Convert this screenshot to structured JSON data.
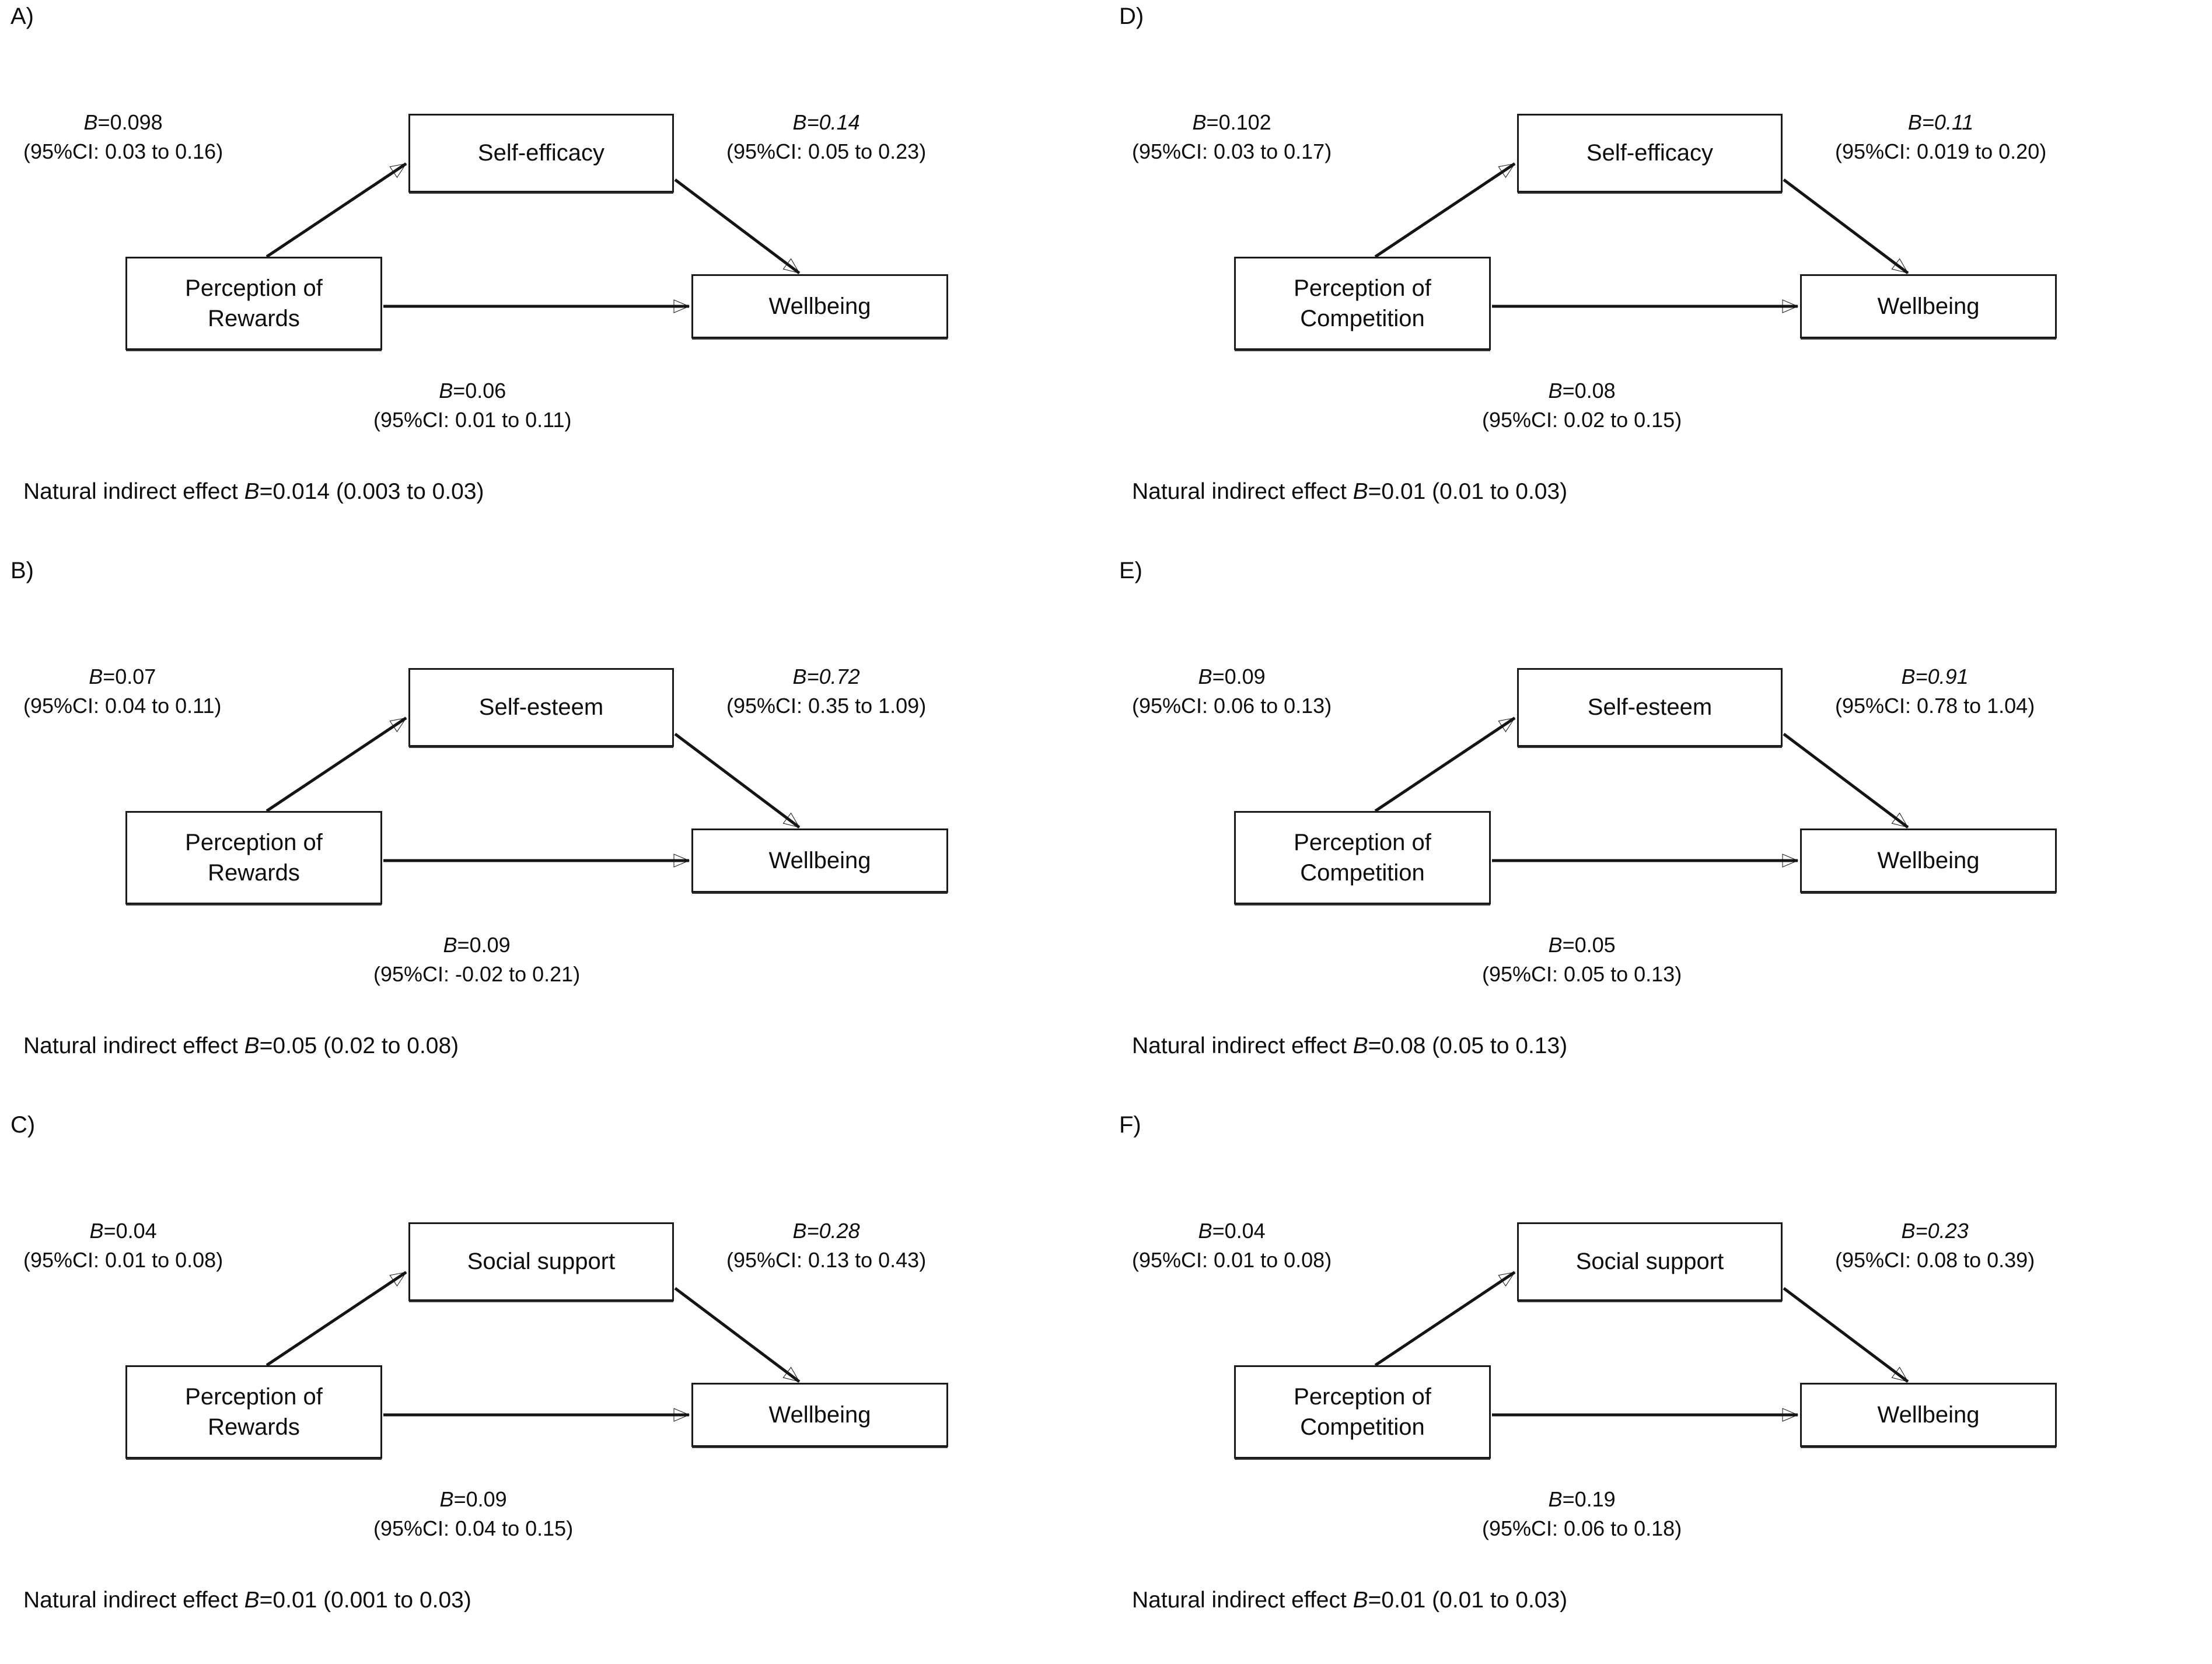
{
  "figure": {
    "panel_count": 6,
    "layout": "2 columns x 3 rows",
    "columns": [
      "Perception of Rewards",
      "Perception of Competition"
    ],
    "rows": [
      "Self-efficacy",
      "Self-esteem",
      "Social support"
    ]
  },
  "chart_data": {
    "type": "diagram",
    "subtype": "mediation path diagrams",
    "title": "",
    "panels": [
      {
        "letter": "A)",
        "exposure": "Perception of\nRewards",
        "exposure_line1": "Perception of",
        "exposure_line2": "Rewards",
        "mediator": "Self-efficacy",
        "outcome": "Wellbeing",
        "path_a": {
          "coef_prefix": "B",
          "coef": "=0.098",
          "ci": "(95%CI: 0.03 to 0.16)",
          "value": 0.098,
          "ci_low": 0.03,
          "ci_high": 0.16,
          "italic_all": false
        },
        "path_b": {
          "coef_prefix": "B",
          "coef": "=0.14",
          "ci": "(95%CI: 0.05 to 0.23)",
          "value": 0.14,
          "ci_low": 0.05,
          "ci_high": 0.23,
          "italic_all": true
        },
        "path_c": {
          "coef_prefix": "B",
          "coef": "=0.06",
          "ci": "(95%CI: 0.01 to 0.11)",
          "value": 0.06,
          "ci_low": 0.01,
          "ci_high": 0.11,
          "italic_all": false
        },
        "nie_prefix": "Natural indirect effect ",
        "nie_b": "B",
        "nie_value": "=0.014 (0.003 to 0.03)",
        "nie": {
          "value": 0.014,
          "ci_low": 0.003,
          "ci_high": 0.03
        }
      },
      {
        "letter": "B)",
        "exposure_line1": "Perception of",
        "exposure_line2": "Rewards",
        "mediator": "Self-esteem",
        "outcome": "Wellbeing",
        "path_a": {
          "coef_prefix": "B",
          "coef": "=0.07",
          "ci": "(95%CI: 0.04 to 0.11)",
          "value": 0.07,
          "ci_low": 0.04,
          "ci_high": 0.11,
          "italic_all": false
        },
        "path_b": {
          "coef_prefix": "B",
          "coef": "=0.72",
          "ci": "(95%CI: 0.35 to 1.09)",
          "value": 0.72,
          "ci_low": 0.35,
          "ci_high": 1.09,
          "italic_all": true
        },
        "path_c": {
          "coef_prefix": "B",
          "coef": "=0.09",
          "ci": "(95%CI: -0.02 to 0.21)",
          "value": 0.09,
          "ci_low": -0.02,
          "ci_high": 0.21,
          "italic_all": false
        },
        "nie_prefix": "Natural indirect effect ",
        "nie_b": "B",
        "nie_value": "=0.05 (0.02 to 0.08)",
        "nie": {
          "value": 0.05,
          "ci_low": 0.02,
          "ci_high": 0.08
        }
      },
      {
        "letter": "C)",
        "exposure_line1": "Perception of",
        "exposure_line2": "Rewards",
        "mediator": "Social support",
        "outcome": "Wellbeing",
        "path_a": {
          "coef_prefix": "B",
          "coef": "=0.04",
          "ci": "(95%CI: 0.01 to 0.08)",
          "value": 0.04,
          "ci_low": 0.01,
          "ci_high": 0.08,
          "italic_all": false
        },
        "path_b": {
          "coef_prefix": "B",
          "coef": "=0.28",
          "ci": "(95%CI: 0.13 to 0.43)",
          "value": 0.28,
          "ci_low": 0.13,
          "ci_high": 0.43,
          "italic_all": true
        },
        "path_c": {
          "coef_prefix": "B",
          "coef": "=0.09",
          "ci": "(95%CI: 0.04 to 0.15)",
          "value": 0.09,
          "ci_low": 0.04,
          "ci_high": 0.15,
          "italic_all": false
        },
        "nie_prefix": "Natural indirect effect ",
        "nie_b": "B",
        "nie_value": "=0.01 (0.001 to 0.03)",
        "nie": {
          "value": 0.01,
          "ci_low": 0.001,
          "ci_high": 0.03
        }
      },
      {
        "letter": "D)",
        "exposure_line1": "Perception of",
        "exposure_line2": "Competition",
        "mediator": "Self-efficacy",
        "outcome": "Wellbeing",
        "path_a": {
          "coef_prefix": "B",
          "coef": "=0.102",
          "ci": "(95%CI: 0.03 to 0.17)",
          "value": 0.102,
          "ci_low": 0.03,
          "ci_high": 0.17,
          "italic_all": false
        },
        "path_b": {
          "coef_prefix": "B",
          "coef": "=0.11",
          "ci": "(95%CI: 0.019 to 0.20)",
          "value": 0.11,
          "ci_low": 0.019,
          "ci_high": 0.2,
          "italic_all": true
        },
        "path_c": {
          "coef_prefix": "B",
          "coef": "=0.08",
          "ci": "(95%CI: 0.02 to 0.15)",
          "value": 0.08,
          "ci_low": 0.02,
          "ci_high": 0.15,
          "italic_all": false
        },
        "nie_prefix": "Natural indirect effect ",
        "nie_b": "B",
        "nie_value": "=0.01 (0.01 to 0.03)",
        "nie": {
          "value": 0.01,
          "ci_low": 0.01,
          "ci_high": 0.03
        }
      },
      {
        "letter": "E)",
        "exposure_line1": "Perception of",
        "exposure_line2": "Competition",
        "mediator": "Self-esteem",
        "outcome": "Wellbeing",
        "path_a": {
          "coef_prefix": "B",
          "coef": "=0.09",
          "ci": "(95%CI: 0.06 to 0.13)",
          "value": 0.09,
          "ci_low": 0.06,
          "ci_high": 0.13,
          "italic_all": false
        },
        "path_b": {
          "coef_prefix": "B",
          "coef": "=0.91",
          "ci": "(95%CI: 0.78 to 1.04)",
          "value": 0.91,
          "ci_low": 0.78,
          "ci_high": 1.04,
          "italic_all": true
        },
        "path_c": {
          "coef_prefix": "B",
          "coef": "=0.05",
          "ci": "(95%CI: 0.05 to 0.13)",
          "value": 0.05,
          "ci_low": 0.05,
          "ci_high": 0.13,
          "italic_all": false
        },
        "nie_prefix": "Natural indirect effect ",
        "nie_b": "B",
        "nie_value": "=0.08 (0.05 to 0.13)",
        "nie": {
          "value": 0.08,
          "ci_low": 0.05,
          "ci_high": 0.13
        }
      },
      {
        "letter": "F)",
        "exposure_line1": "Perception of",
        "exposure_line2": "Competition",
        "mediator": "Social support",
        "outcome": "Wellbeing",
        "path_a": {
          "coef_prefix": "B",
          "coef": "=0.04",
          "ci": "(95%CI: 0.01 to 0.08)",
          "value": 0.04,
          "ci_low": 0.01,
          "ci_high": 0.08,
          "italic_all": false
        },
        "path_b": {
          "coef_prefix": "B",
          "coef": "=0.23",
          "ci": "(95%CI: 0.08 to 0.39)",
          "value": 0.23,
          "ci_low": 0.08,
          "ci_high": 0.39,
          "italic_all": true
        },
        "path_c": {
          "coef_prefix": "B",
          "coef": "=0.19",
          "ci": "(95%CI: 0.06 to 0.18)",
          "value": 0.19,
          "ci_low": 0.06,
          "ci_high": 0.18,
          "italic_all": false
        },
        "nie_prefix": "Natural indirect effect ",
        "nie_b": "B",
        "nie_value": "=0.01 (0.01 to 0.03)",
        "nie": {
          "value": 0.01,
          "ci_low": 0.01,
          "ci_high": 0.03
        }
      }
    ],
    "colors": {
      "stroke": "#141414",
      "box_fill": "#ffffff",
      "text": "#0d0d0d"
    }
  }
}
